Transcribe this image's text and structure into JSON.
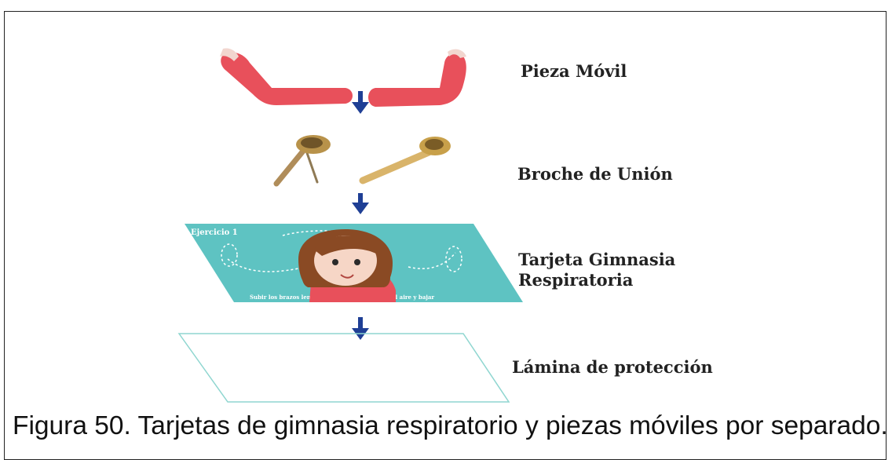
{
  "labels": {
    "movable_piece": "Pieza Móvil",
    "fastener": "Broche de Unión",
    "card_line1": "Tarjeta Gimnasia",
    "card_line2": "Respiratoria",
    "protective_sheet": "Lámina de protección"
  },
  "card": {
    "title": "Ejercicio 1",
    "footer": "Subir los brazos lentamente mientras inhalas el aire y bajar"
  },
  "caption": "Figura 50. Tarjetas de gimnasia respiratorio y piezas móviles por separado.",
  "colors": {
    "arrow": "#1f3f95",
    "card_teal": "#5ec3c2",
    "movable_piece": "#e8505b",
    "brass": "#c8a04a",
    "sheet_outline": "#8fd6d0"
  },
  "icons": [
    "down-arrow-icon",
    "brass-fastener-icon",
    "girl-illustration-icon"
  ]
}
